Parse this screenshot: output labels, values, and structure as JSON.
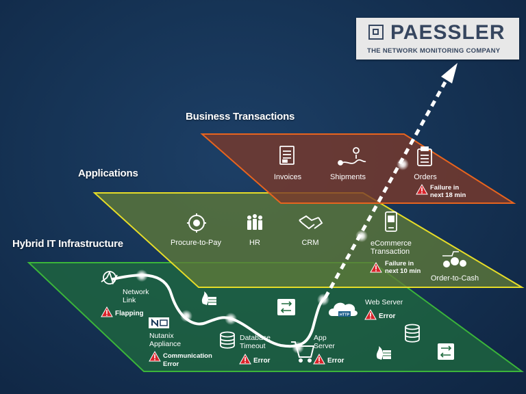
{
  "logo": {
    "name": "PAESSLER",
    "tagline": "THE NETWORK MONITORING COMPANY"
  },
  "layers": {
    "business": {
      "title": "Business Transactions",
      "color": "#e8641e",
      "items": {
        "invoices": "Invoices",
        "shipments": "Shipments",
        "orders": "Orders",
        "orders_alert": [
          "Failure in",
          "next 18 min"
        ]
      }
    },
    "applications": {
      "title": "Applications",
      "color": "#e6dc28",
      "items": {
        "procure": "Procure-to-Pay",
        "hr": "HR",
        "crm": "CRM",
        "ecommerce": [
          "eCommerce",
          "Transaction"
        ],
        "ecommerce_alert": [
          "Failure in",
          "next 10 min"
        ],
        "order_to_cash": "Order-to-Cash"
      }
    },
    "infrastructure": {
      "title": "Hybrid IT Infrastructure",
      "color": "#35b034",
      "items": {
        "network_link": [
          "Network",
          "Link"
        ],
        "network_alert": "Flapping",
        "nutanix": [
          "Nutanix",
          "Appliance"
        ],
        "nutanix_alert": [
          "Communication",
          "Error"
        ],
        "database": [
          "Database",
          "Timeout"
        ],
        "database_alert": "Error",
        "app_server": [
          "App",
          "Server"
        ],
        "app_server_alert": "Error",
        "web_server": "Web Server",
        "web_server_alert": "Error",
        "http_badge": "HTTP"
      }
    }
  },
  "colors": {
    "alert_red": "#d9232a",
    "path_white": "#ffffff"
  }
}
